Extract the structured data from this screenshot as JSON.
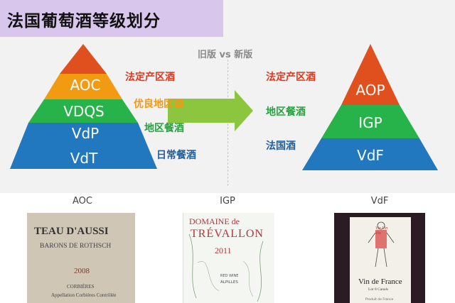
{
  "title": "法国葡萄酒等级划分",
  "comparison_title": "旧版 vs 新版",
  "old_pyramid": {
    "tiers": [
      {
        "name": "AOC",
        "label": "法定产区酒",
        "color": "#e0501e",
        "label_color": "#e0371e"
      },
      {
        "name": "VDQS",
        "label": "优良地区酒",
        "color": "#f39a13",
        "label_color": "#f39a13"
      },
      {
        "name": "VdP",
        "label": "地区餐酒",
        "color": "#27b24a",
        "label_color": "#27a13f"
      },
      {
        "name": "VdT",
        "label": "日常餐酒",
        "color": "#2178bf",
        "label_color": "#1c5f9f"
      }
    ]
  },
  "new_pyramid": {
    "tiers": [
      {
        "name": "AOP",
        "label": "法定产区酒",
        "color": "#e0501e",
        "label_color": "#e0371e"
      },
      {
        "name": "IGP",
        "label": "地区餐酒",
        "color": "#27b24a",
        "label_color": "#27a13f"
      },
      {
        "name": "VdF",
        "label": "法国酒",
        "color": "#2178bf",
        "label_color": "#1c5f9f"
      }
    ]
  },
  "arrow_color": "#8cc63f",
  "bottles": [
    {
      "label": "AOC",
      "text_lines": [
        "TEAU D'AUSSI",
        "BARONS DE ROTHSCH",
        "2008",
        "CORBIÈRES",
        "Appellation Corbières Contrôlée"
      ]
    },
    {
      "label": "IGP",
      "text_lines": [
        "DOMAINE de",
        "TRÉVALLON",
        "2011",
        "RED WINE",
        "ALPILLES"
      ]
    },
    {
      "label": "VdF",
      "text_lines": [
        "Vin de France",
        "Lot 8 Canals",
        "Produit de France",
        "Vin Vin Vin"
      ]
    }
  ]
}
